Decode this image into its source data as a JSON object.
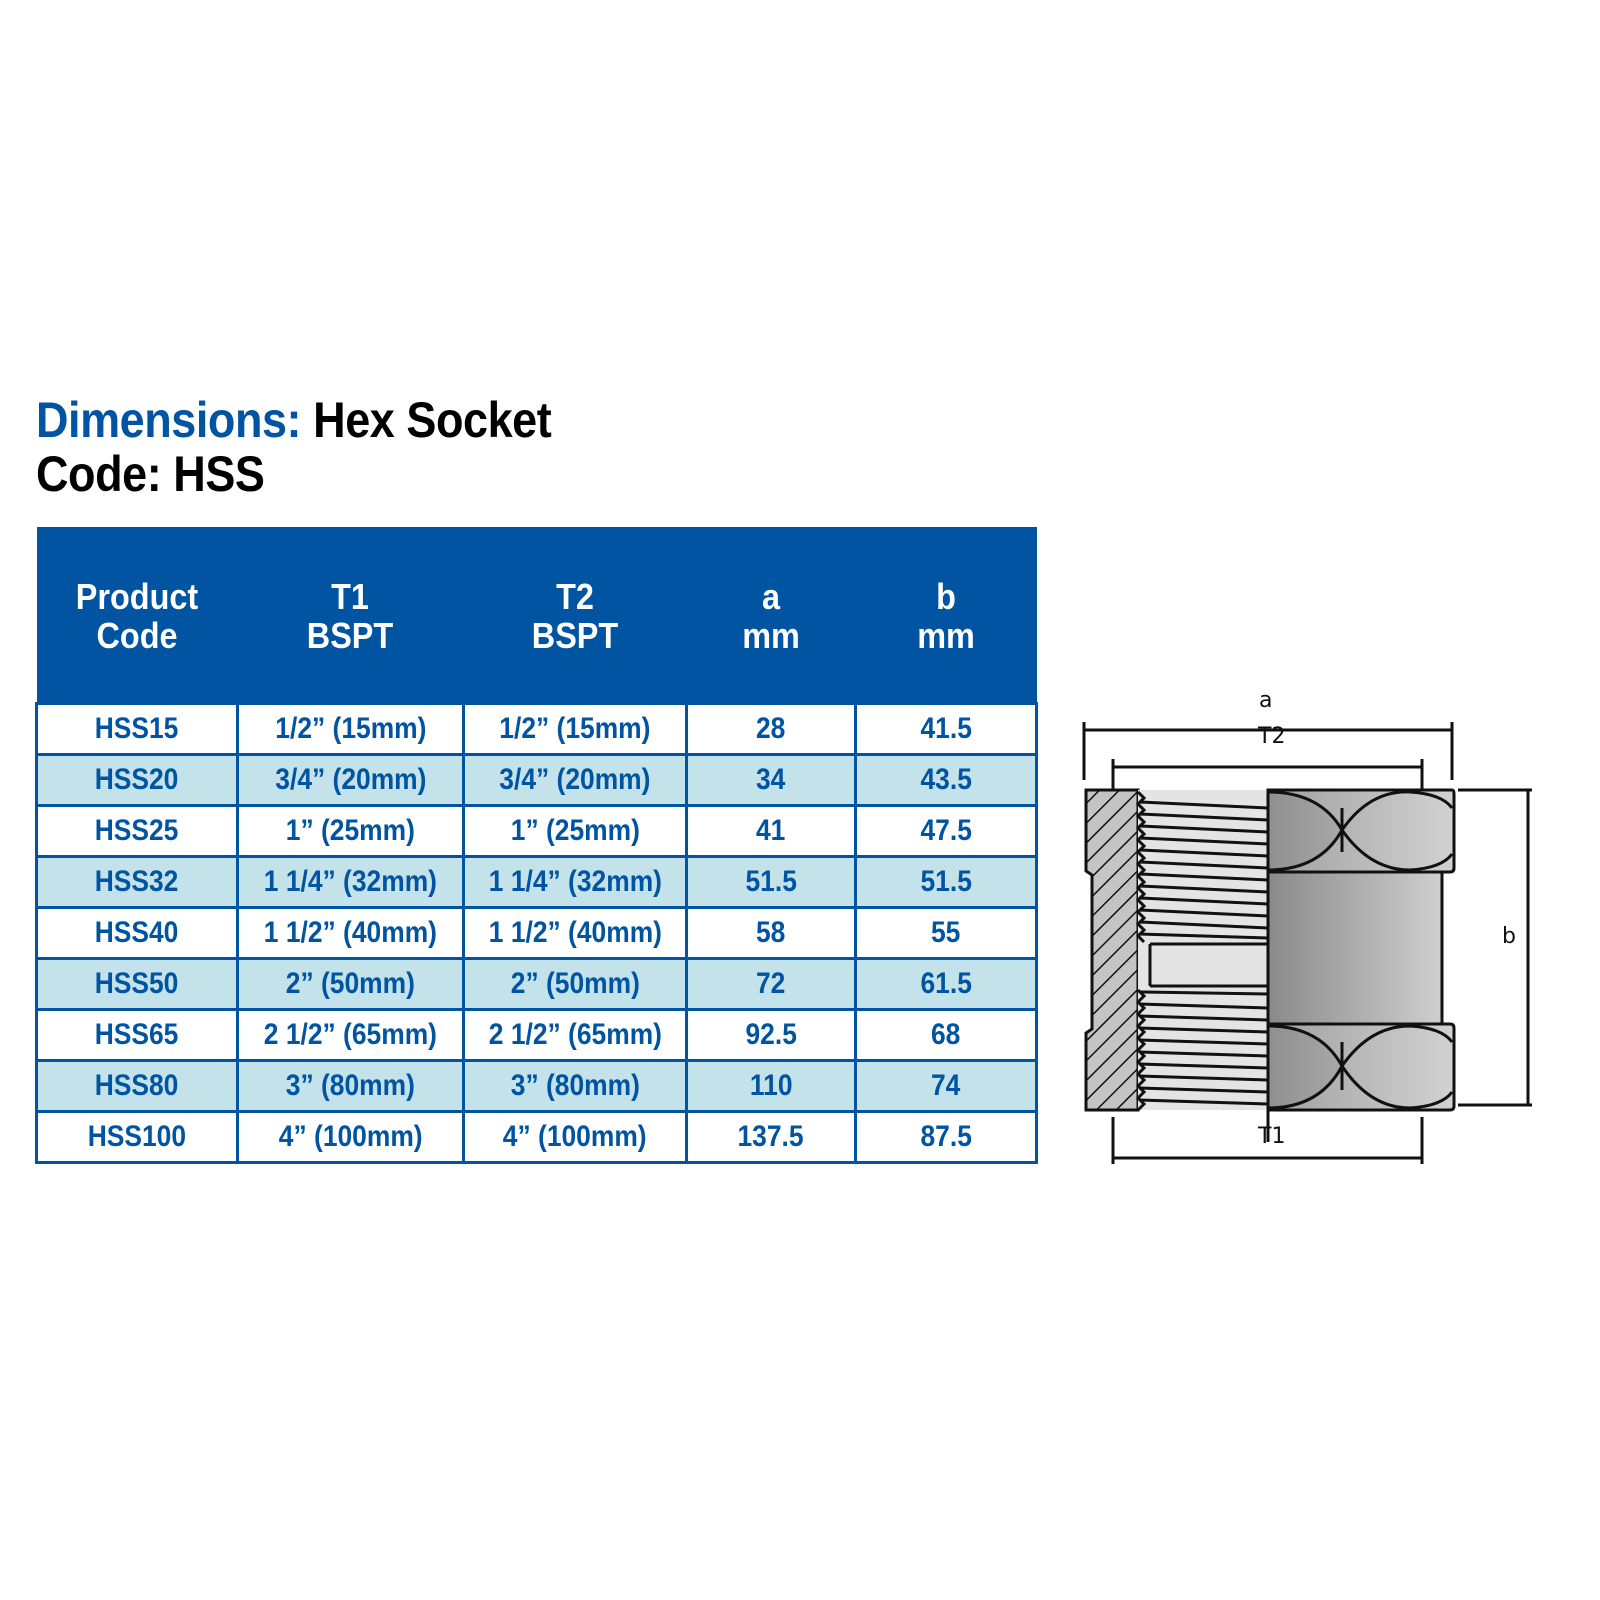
{
  "title": {
    "prefix": "Dimensions:",
    "product_name": "Hex Socket",
    "code_line": "Code: HSS"
  },
  "colors": {
    "brand_blue": "#0054a2",
    "row_alt": "#c3e2ea",
    "row_plain": "#ffffff"
  },
  "table": {
    "headers": [
      {
        "line1": "Product",
        "line2": "Code"
      },
      {
        "line1": "T1",
        "line2": "BSPT"
      },
      {
        "line1": "T2",
        "line2": "BSPT"
      },
      {
        "line1": "a",
        "line2": "mm"
      },
      {
        "line1": "b",
        "line2": "mm"
      }
    ],
    "rows": [
      {
        "code": "HSS15",
        "t1": "1/2” (15mm)",
        "t2": "1/2” (15mm)",
        "a": "28",
        "b": "41.5"
      },
      {
        "code": "HSS20",
        "t1": "3/4” (20mm)",
        "t2": "3/4” (20mm)",
        "a": "34",
        "b": "43.5"
      },
      {
        "code": "HSS25",
        "t1": "1” (25mm)",
        "t2": "1” (25mm)",
        "a": "41",
        "b": "47.5"
      },
      {
        "code": "HSS32",
        "t1": "1 1/4” (32mm)",
        "t2": "1 1/4” (32mm)",
        "a": "51.5",
        "b": "51.5"
      },
      {
        "code": "HSS40",
        "t1": "1 1/2” (40mm)",
        "t2": "1 1/2” (40mm)",
        "a": "58",
        "b": "55"
      },
      {
        "code": "HSS50",
        "t1": "2” (50mm)",
        "t2": "2” (50mm)",
        "a": "72",
        "b": "61.5"
      },
      {
        "code": "HSS65",
        "t1": "2 1/2” (65mm)",
        "t2": "2 1/2” (65mm)",
        "a": "92.5",
        "b": "68"
      },
      {
        "code": "HSS80",
        "t1": "3” (80mm)",
        "t2": "3” (80mm)",
        "a": "110",
        "b": "74"
      },
      {
        "code": "HSS100",
        "t1": "4” (100mm)",
        "t2": "4” (100mm)",
        "a": "137.5",
        "b": "87.5"
      }
    ]
  },
  "diagram": {
    "labels": {
      "a": "a",
      "t2": "T2",
      "t1": "T1",
      "b": "b"
    }
  }
}
